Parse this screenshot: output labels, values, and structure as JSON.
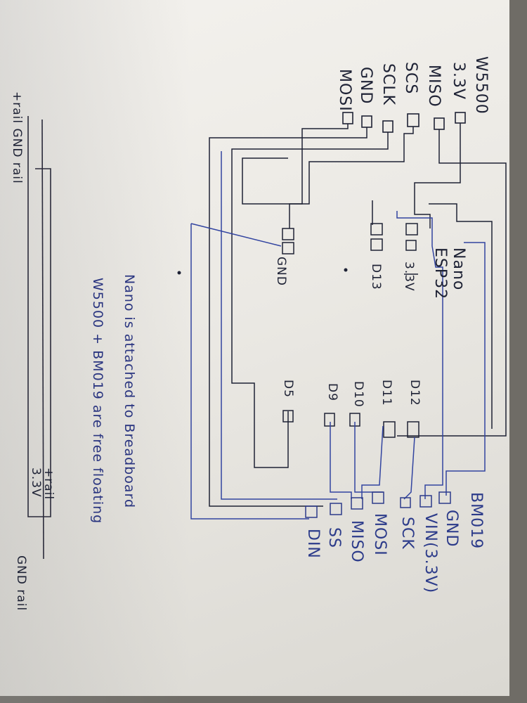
{
  "w5500": {
    "title": "W5500",
    "pins": [
      "3.3V",
      "MISO",
      "SCS",
      "SCLK",
      "GND",
      "MOSI"
    ]
  },
  "esp32": {
    "title": "Nano ESP32",
    "left_pins": [
      "GND",
      "D13",
      "3.3V"
    ],
    "right_pins": [
      "D12",
      "D11",
      "D10",
      "D9",
      "D5"
    ]
  },
  "bmo19": {
    "title": "BM019",
    "pins": [
      "GND",
      "VIN(3.3V)",
      "SCK",
      "MOSI",
      "MISO",
      "SS",
      "DIN"
    ]
  },
  "rails": {
    "top_left": "+rail GND rail",
    "bottom_left": "+rail 3.3V",
    "bottom_right": "GND rail"
  },
  "note": {
    "line1": "Nano is attached to Breadboard",
    "line2": "W5500 + BM019 are free floating"
  },
  "colors": {
    "paper": "#f0eee9",
    "ink_black": "#1e2235",
    "ink_blue": "#2c3b8a",
    "background": "#6f6c66"
  }
}
